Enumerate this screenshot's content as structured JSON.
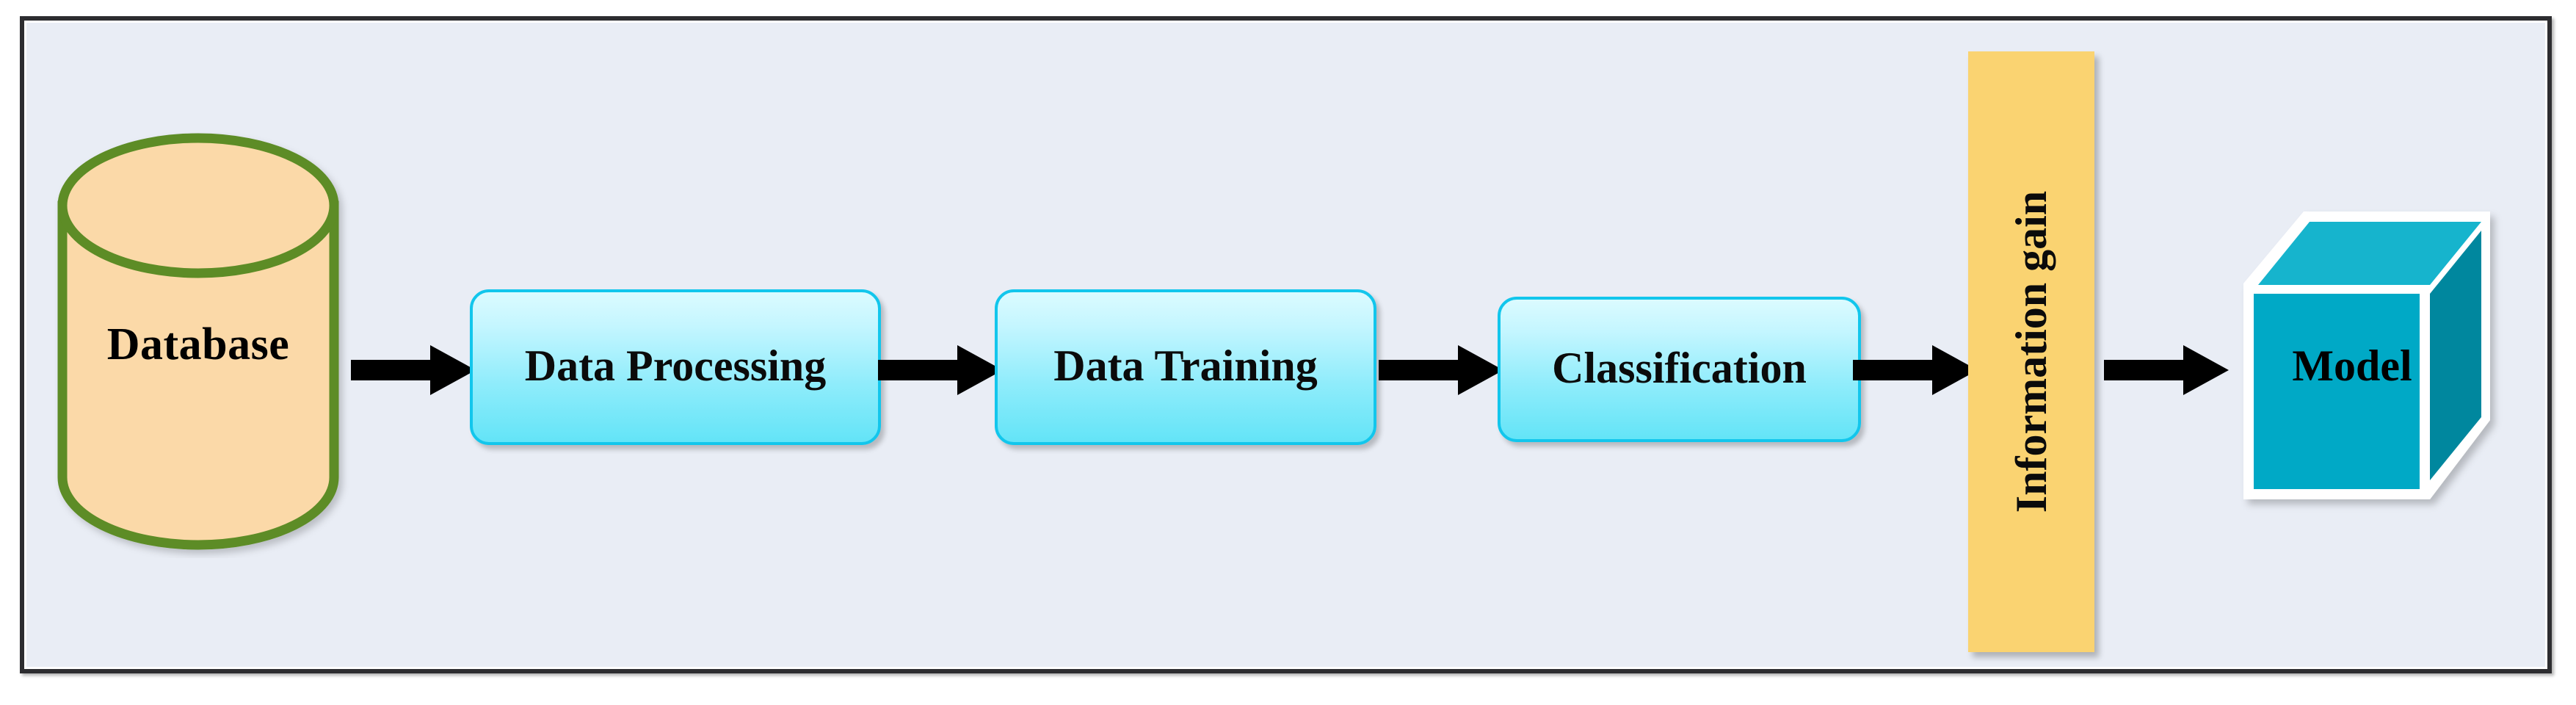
{
  "diagram": {
    "title": "Machine learning pipeline flowchart",
    "background_color": "#e9edf5",
    "border_color": "#2d2d30",
    "nodes": {
      "database": {
        "label": "Database",
        "shape": "cylinder",
        "fill_color": "#fbd9a8",
        "stroke_color": "#5d8c25"
      },
      "data_processing": {
        "label": "Data Processing",
        "shape": "rounded-rectangle",
        "fill_color": "#8eecfb",
        "stroke_color": "#12c6ec"
      },
      "data_training": {
        "label": "Data Training",
        "shape": "rounded-rectangle",
        "fill_color": "#8eecfb",
        "stroke_color": "#12c6ec"
      },
      "classification": {
        "label": "Classification",
        "shape": "rounded-rectangle",
        "fill_color": "#8eecfb",
        "stroke_color": "#12c6ec"
      },
      "information_gain": {
        "label": "Information gain",
        "shape": "vertical-bar",
        "fill_color": "#fad371",
        "text_orientation": "rotated-90-ccw"
      },
      "model": {
        "label": "Model",
        "shape": "cube-3d",
        "front_color": "#00a9c6",
        "top_color": "#18b4cd",
        "side_color": "#00879e",
        "edge_color": "#ffffff"
      }
    },
    "arrows": [
      {
        "name": "arrow-database-to-data-processing",
        "from": "database",
        "to": "data_processing",
        "color": "#000000",
        "style": "solid-block"
      },
      {
        "name": "arrow-data-processing-to-data-training",
        "from": "data_processing",
        "to": "data_training",
        "color": "#000000",
        "style": "solid-block"
      },
      {
        "name": "arrow-data-training-to-classification",
        "from": "data_training",
        "to": "classification",
        "color": "#000000",
        "style": "solid-block"
      },
      {
        "name": "arrow-classification-to-information-gain",
        "from": "classification",
        "to": "information_gain",
        "color": "#000000",
        "style": "solid-block"
      },
      {
        "name": "arrow-information-gain-to-model",
        "from": "information_gain",
        "to": "model",
        "color": "#000000",
        "style": "solid-block"
      }
    ],
    "flow_order": [
      "Database",
      "Data Processing",
      "Data Training",
      "Classification",
      "Information gain",
      "Model"
    ]
  }
}
